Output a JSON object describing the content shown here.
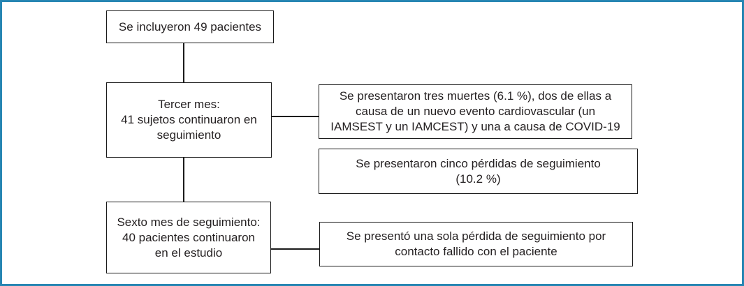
{
  "figure": {
    "type": "flowchart",
    "language": "es",
    "colors": {
      "frame_border": "#2786b3",
      "node_border": "#1a1a1a",
      "node_background": "#ffffff",
      "text": "#231f20",
      "connector": "#1a1a1a"
    },
    "nodes": {
      "included": {
        "text": "Se incluyeron 49 pacientes"
      },
      "month3": {
        "text": "Tercer mes:\n41 sujetos continuaron en\nseguimiento"
      },
      "deaths": {
        "text": "Se presentaron tres muertes (6.1 %), dos de ellas a\ncausa de un nuevo evento cardiovascular (un\nIAMSEST y un IAMCEST) y una a causa de COVID-19"
      },
      "losses_month3": {
        "text": "Se presentaron cinco pérdidas de seguimiento\n(10.2 %)"
      },
      "month6": {
        "text": "Sexto mes de seguimiento:\n40 pacientes continuaron\nen el estudio"
      },
      "loss_month6": {
        "text": "Se presentó una sola pérdida de seguimiento por\ncontacto fallido con el paciente"
      }
    },
    "edges": [
      {
        "from": "included",
        "to": "month3",
        "kind": "vertical"
      },
      {
        "from": "month3",
        "to": "deaths",
        "kind": "horizontal"
      },
      {
        "from": "month3",
        "to": "month6",
        "kind": "vertical"
      },
      {
        "from": "month6",
        "to": "loss_month6",
        "kind": "horizontal"
      }
    ]
  }
}
